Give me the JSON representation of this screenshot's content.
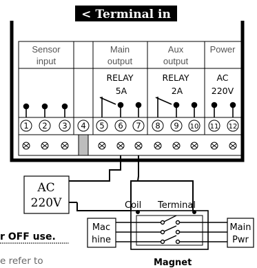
{
  "header": {
    "title": "< Terminal in"
  },
  "table": {
    "columns": [
      {
        "line1": "Sensor",
        "line2": "input"
      },
      {
        "line1": "",
        "line2": ""
      },
      {
        "line1": "Main",
        "line2": "output"
      },
      {
        "line1": "Aux",
        "line2": "output"
      },
      {
        "line1": "Power",
        "line2": ""
      }
    ],
    "main_relay": {
      "type": "RELAY",
      "rating": "5A"
    },
    "aux_relay": {
      "type": "RELAY",
      "rating": "2A"
    },
    "power": {
      "type": "AC",
      "rating": "220V"
    },
    "terminals": [
      "1",
      "2",
      "3",
      "4",
      "5",
      "6",
      "7",
      "8",
      "9",
      "10",
      "11",
      "12"
    ]
  },
  "ac_source": {
    "line1": "AC",
    "line2": "220V"
  },
  "magnet": {
    "coil_label": "Coil",
    "terminal_label": "Terminal",
    "left_box": {
      "line1": "Mac",
      "line2": "hine"
    },
    "right_box": {
      "line1": "Main",
      "line2": "Pwr"
    },
    "bottom_label": "Magnet"
  },
  "notes": {
    "line1": "r OFF use.",
    "line2": "e refer to"
  }
}
